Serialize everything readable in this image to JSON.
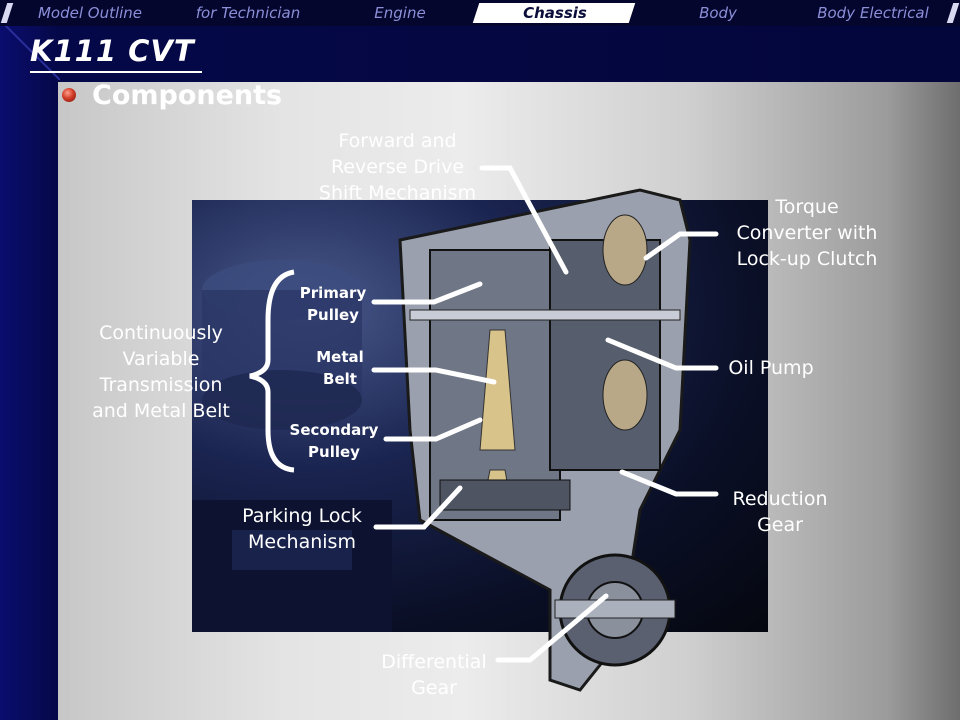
{
  "nav": {
    "tabs": [
      {
        "label": "Model Outline",
        "active": false
      },
      {
        "label": "for Technician",
        "active": false
      },
      {
        "label": "Engine",
        "active": false
      },
      {
        "label": "Chassis",
        "active": true
      },
      {
        "label": "Body",
        "active": false
      },
      {
        "label": "Body Electrical",
        "active": false
      }
    ]
  },
  "page": {
    "title": "K111 CVT",
    "heading": "Components"
  },
  "labels": {
    "forward_reverse": [
      "Forward and",
      "Reverse Drive",
      "Shift Mechanism"
    ],
    "torque_converter": [
      "Torque",
      "Converter with",
      "Lock-up Clutch"
    ],
    "cvt_belt": [
      "Continuously",
      "Variable",
      "Transmission",
      "and Metal Belt"
    ],
    "primary_pulley": [
      "Primary",
      "Pulley"
    ],
    "metal_belt": [
      "Metal",
      "Belt"
    ],
    "secondary_pulley": [
      "Secondary",
      "Pulley"
    ],
    "oil_pump": [
      "Oil Pump"
    ],
    "reduction_gear": [
      "Reduction",
      "Gear"
    ],
    "parking_lock": [
      "Parking Lock",
      "Mechanism"
    ],
    "differential": [
      "Differential",
      "Gear"
    ]
  },
  "colors": {
    "background": "#03063a",
    "accent": "#ffffff",
    "bullet": "#d23c28"
  }
}
